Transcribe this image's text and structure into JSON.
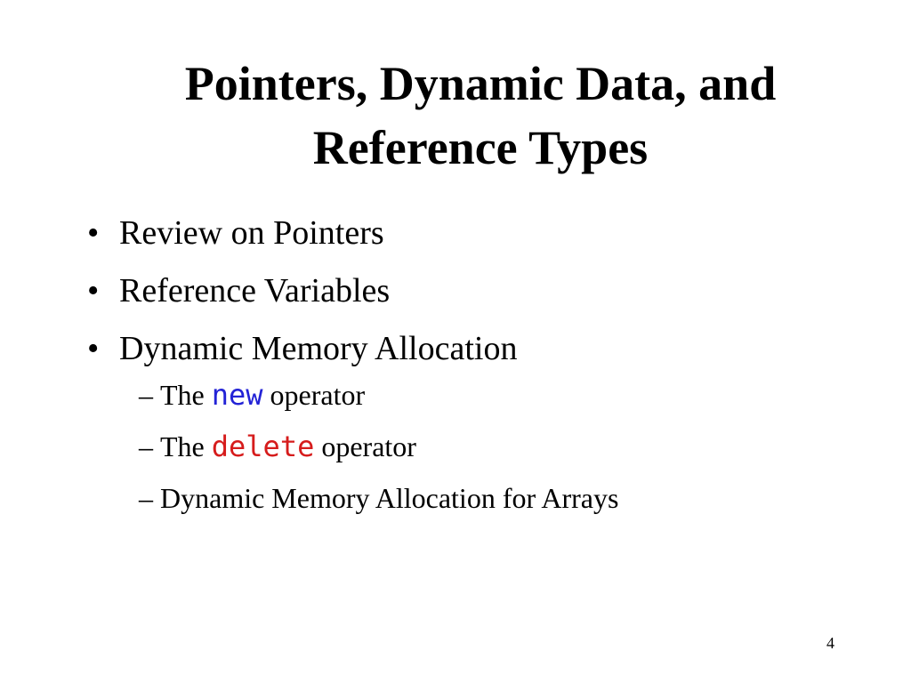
{
  "slide": {
    "title_line1": "Pointers, Dynamic Data, and",
    "title_line2": "Reference Types",
    "bullets": [
      {
        "mark": "•",
        "text": "Review on Pointers"
      },
      {
        "mark": "•",
        "text": "Reference Variables"
      },
      {
        "mark": "•",
        "text": "Dynamic Memory Allocation"
      }
    ],
    "sub_bullets": [
      {
        "mark": "–",
        "prefix": "The ",
        "code": "new",
        "suffix": " operator",
        "code_color": "#2323d6"
      },
      {
        "mark": "–",
        "prefix": "The ",
        "code": "delete",
        "suffix": " operator",
        "code_color": "#d61c1c"
      },
      {
        "mark": "–",
        "text": "Dynamic Memory Allocation for Arrays"
      }
    ],
    "page_number": "4"
  }
}
